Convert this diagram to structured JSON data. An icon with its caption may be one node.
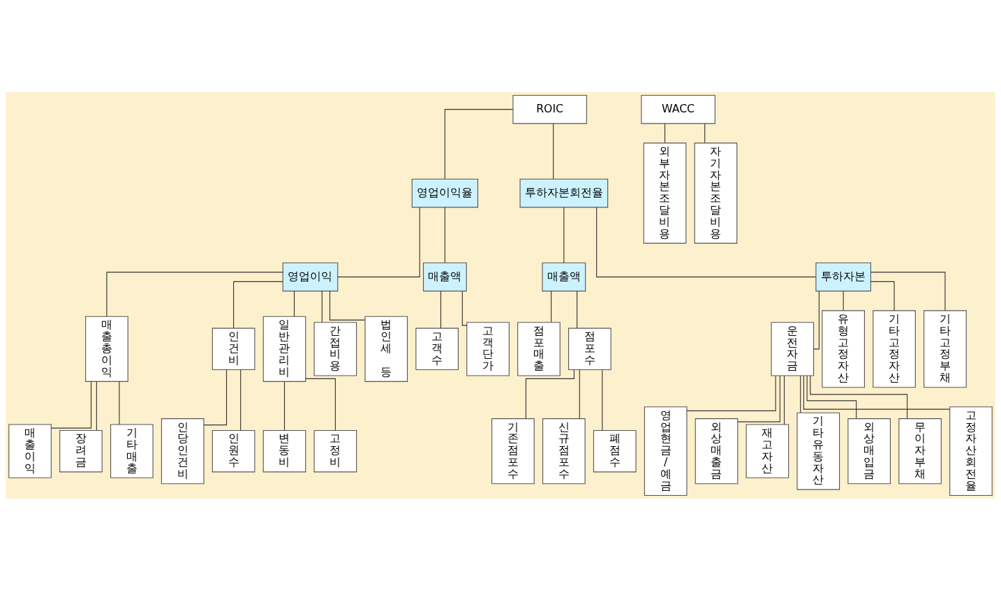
{
  "diagram": {
    "nodes": [
      {
        "text": [
          "ROIC"
        ]
      },
      {
        "text": [
          "영업이익율"
        ]
      },
      {
        "text": [
          "투하자본회전율"
        ]
      },
      {
        "text": [
          "영업이익"
        ]
      },
      {
        "text": [
          "매출액"
        ]
      },
      {
        "text": [
          "매출액"
        ]
      },
      {
        "text": [
          "투하자본"
        ]
      },
      {
        "text": [
          "매출총이익"
        ]
      },
      {
        "text": [
          "인건비"
        ]
      },
      {
        "text": [
          "일반관리비"
        ]
      },
      {
        "text": [
          "간접비용"
        ]
      },
      {
        "text": [
          "법인세 등"
        ]
      },
      {
        "text": [
          "고객수"
        ]
      },
      {
        "text": [
          "고객단가"
        ]
      },
      {
        "text": [
          "점포매출"
        ]
      },
      {
        "text": [
          "점포수"
        ]
      },
      {
        "text": [
          "운전자금"
        ]
      },
      {
        "text": [
          "유형고정자산"
        ]
      },
      {
        "text": [
          "기타고정자산"
        ]
      },
      {
        "text": [
          "기타고정부채"
        ]
      },
      {
        "text": [
          "매출이익"
        ]
      },
      {
        "text": [
          "장려금"
        ]
      },
      {
        "text": [
          "기타매출"
        ]
      },
      {
        "text": [
          "인당인건비"
        ]
      },
      {
        "text": [
          "인원수"
        ]
      },
      {
        "text": [
          "변동비"
        ]
      },
      {
        "text": [
          "고정비"
        ]
      },
      {
        "text": [
          "기존점포수"
        ]
      },
      {
        "text": [
          "신규점포수"
        ]
      },
      {
        "text": [
          "폐점수"
        ]
      },
      {
        "text": [
          "영업현금/예금"
        ]
      },
      {
        "text": [
          "외상매출금"
        ]
      },
      {
        "text": [
          "재고자산"
        ]
      },
      {
        "text": [
          "기타유동자산"
        ]
      },
      {
        "text": [
          "외상매입금"
        ]
      },
      {
        "text": [
          "무이자부채"
        ]
      },
      {
        "text": [
          "고정자산회전율"
        ]
      },
      {
        "text": [
          "WACC"
        ]
      },
      {
        "text": [
          "외부자본조달비용"
        ]
      },
      {
        "text": [
          "자기자본조달비용"
        ]
      }
    ],
    "edges": [
      {
        "from": 0,
        "to": 1,
        "arrow": "none"
      },
      {
        "from": 0,
        "to": 2,
        "arrow": "none"
      },
      {
        "from": 1,
        "to": 3,
        "arrow": "none"
      },
      {
        "from": 1,
        "to": 4,
        "arrow": "none"
      },
      {
        "from": 2,
        "to": 5,
        "arrow": "none"
      },
      {
        "from": 2,
        "to": 6,
        "arrow": "none"
      },
      {
        "from": 3,
        "to": 7,
        "arrow": "none"
      },
      {
        "from": 3,
        "to": 8,
        "arrow": "none"
      },
      {
        "from": 3,
        "to": 9,
        "arrow": "none"
      },
      {
        "from": 3,
        "to": 10,
        "arrow": "none"
      },
      {
        "from": 3,
        "to": 11,
        "arrow": "none"
      },
      {
        "from": 4,
        "to": 12,
        "arrow": "none"
      },
      {
        "from": 4,
        "to": 13,
        "arrow": "none"
      },
      {
        "from": 5,
        "to": 14,
        "arrow": "none"
      },
      {
        "from": 5,
        "to": 15,
        "arrow": "none"
      },
      {
        "from": 6,
        "to": 16,
        "arrow": "none"
      },
      {
        "from": 6,
        "to": 17,
        "arrow": "none"
      },
      {
        "from": 6,
        "to": 18,
        "arrow": "none"
      },
      {
        "from": 6,
        "to": 19,
        "arrow": "none"
      },
      {
        "from": 7,
        "to": 20,
        "arrow": "none"
      },
      {
        "from": 7,
        "to": 21,
        "arrow": "none"
      },
      {
        "from": 7,
        "to": 22,
        "arrow": "none"
      },
      {
        "from": 8,
        "to": 23,
        "arrow": "none"
      },
      {
        "from": 8,
        "to": 24,
        "arrow": "none"
      },
      {
        "from": 9,
        "to": 25,
        "arrow": "none"
      },
      {
        "from": 9,
        "to": 26,
        "arrow": "none"
      },
      {
        "from": 15,
        "to": 27,
        "arrow": "none"
      },
      {
        "from": 15,
        "to": 28,
        "arrow": "none"
      },
      {
        "from": 15,
        "to": 29,
        "arrow": "none"
      },
      {
        "from": 16,
        "to": 30,
        "arrow": "none"
      },
      {
        "from": 16,
        "to": 31,
        "arrow": "none"
      },
      {
        "from": 16,
        "to": 32,
        "arrow": "none"
      },
      {
        "from": 16,
        "to": 33,
        "arrow": "none"
      },
      {
        "from": 16,
        "to": 34,
        "arrow": "none"
      },
      {
        "from": 16,
        "to": 35,
        "arrow": "none"
      },
      {
        "from": 16,
        "to": 36,
        "arrow": "none"
      },
      {
        "from": 37,
        "to": 38,
        "arrow": "none"
      },
      {
        "from": 37,
        "to": 39,
        "arrow": "none"
      }
    ]
  }
}
